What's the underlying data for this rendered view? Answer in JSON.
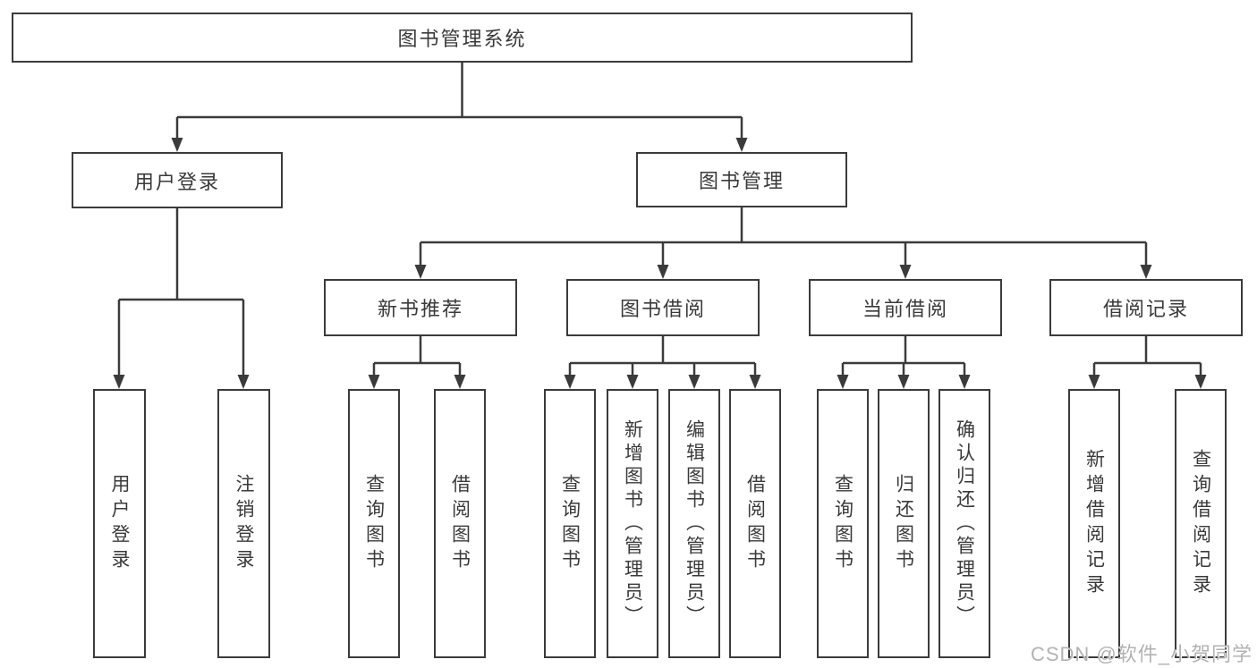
{
  "title": "图书管理系统",
  "colors": {
    "line": "#3b3b3b",
    "box_border": "#3b3b3b",
    "box_fill": "#ffffff",
    "text": "#3a3a3a",
    "background": "#ffffff",
    "watermark": "#b2b2b2"
  },
  "nodes": {
    "root": {
      "label": "图书管理系统"
    },
    "branches": [
      {
        "label": "用户登录",
        "children": [
          {
            "label": "用户登录"
          },
          {
            "label": "注销登录"
          }
        ]
      },
      {
        "label": "图书管理",
        "children": [
          {
            "label": "新书推荐",
            "children": [
              {
                "label": "查询图书"
              },
              {
                "label": "借阅图书"
              }
            ]
          },
          {
            "label": "图书借阅",
            "children": [
              {
                "label": "查询图书"
              },
              {
                "label": "新增图书（管理员）"
              },
              {
                "label": "编辑图书（管理员）"
              },
              {
                "label": "借阅图书"
              }
            ]
          },
          {
            "label": "当前借阅",
            "children": [
              {
                "label": "查询图书"
              },
              {
                "label": "归还图书"
              },
              {
                "label": "确认归还（管理员）"
              }
            ]
          },
          {
            "label": "借阅记录",
            "children": [
              {
                "label": "新增借阅记录"
              },
              {
                "label": "查询借阅记录"
              }
            ]
          }
        ]
      }
    ]
  },
  "watermark": "CSDN @软件_小贺同学"
}
